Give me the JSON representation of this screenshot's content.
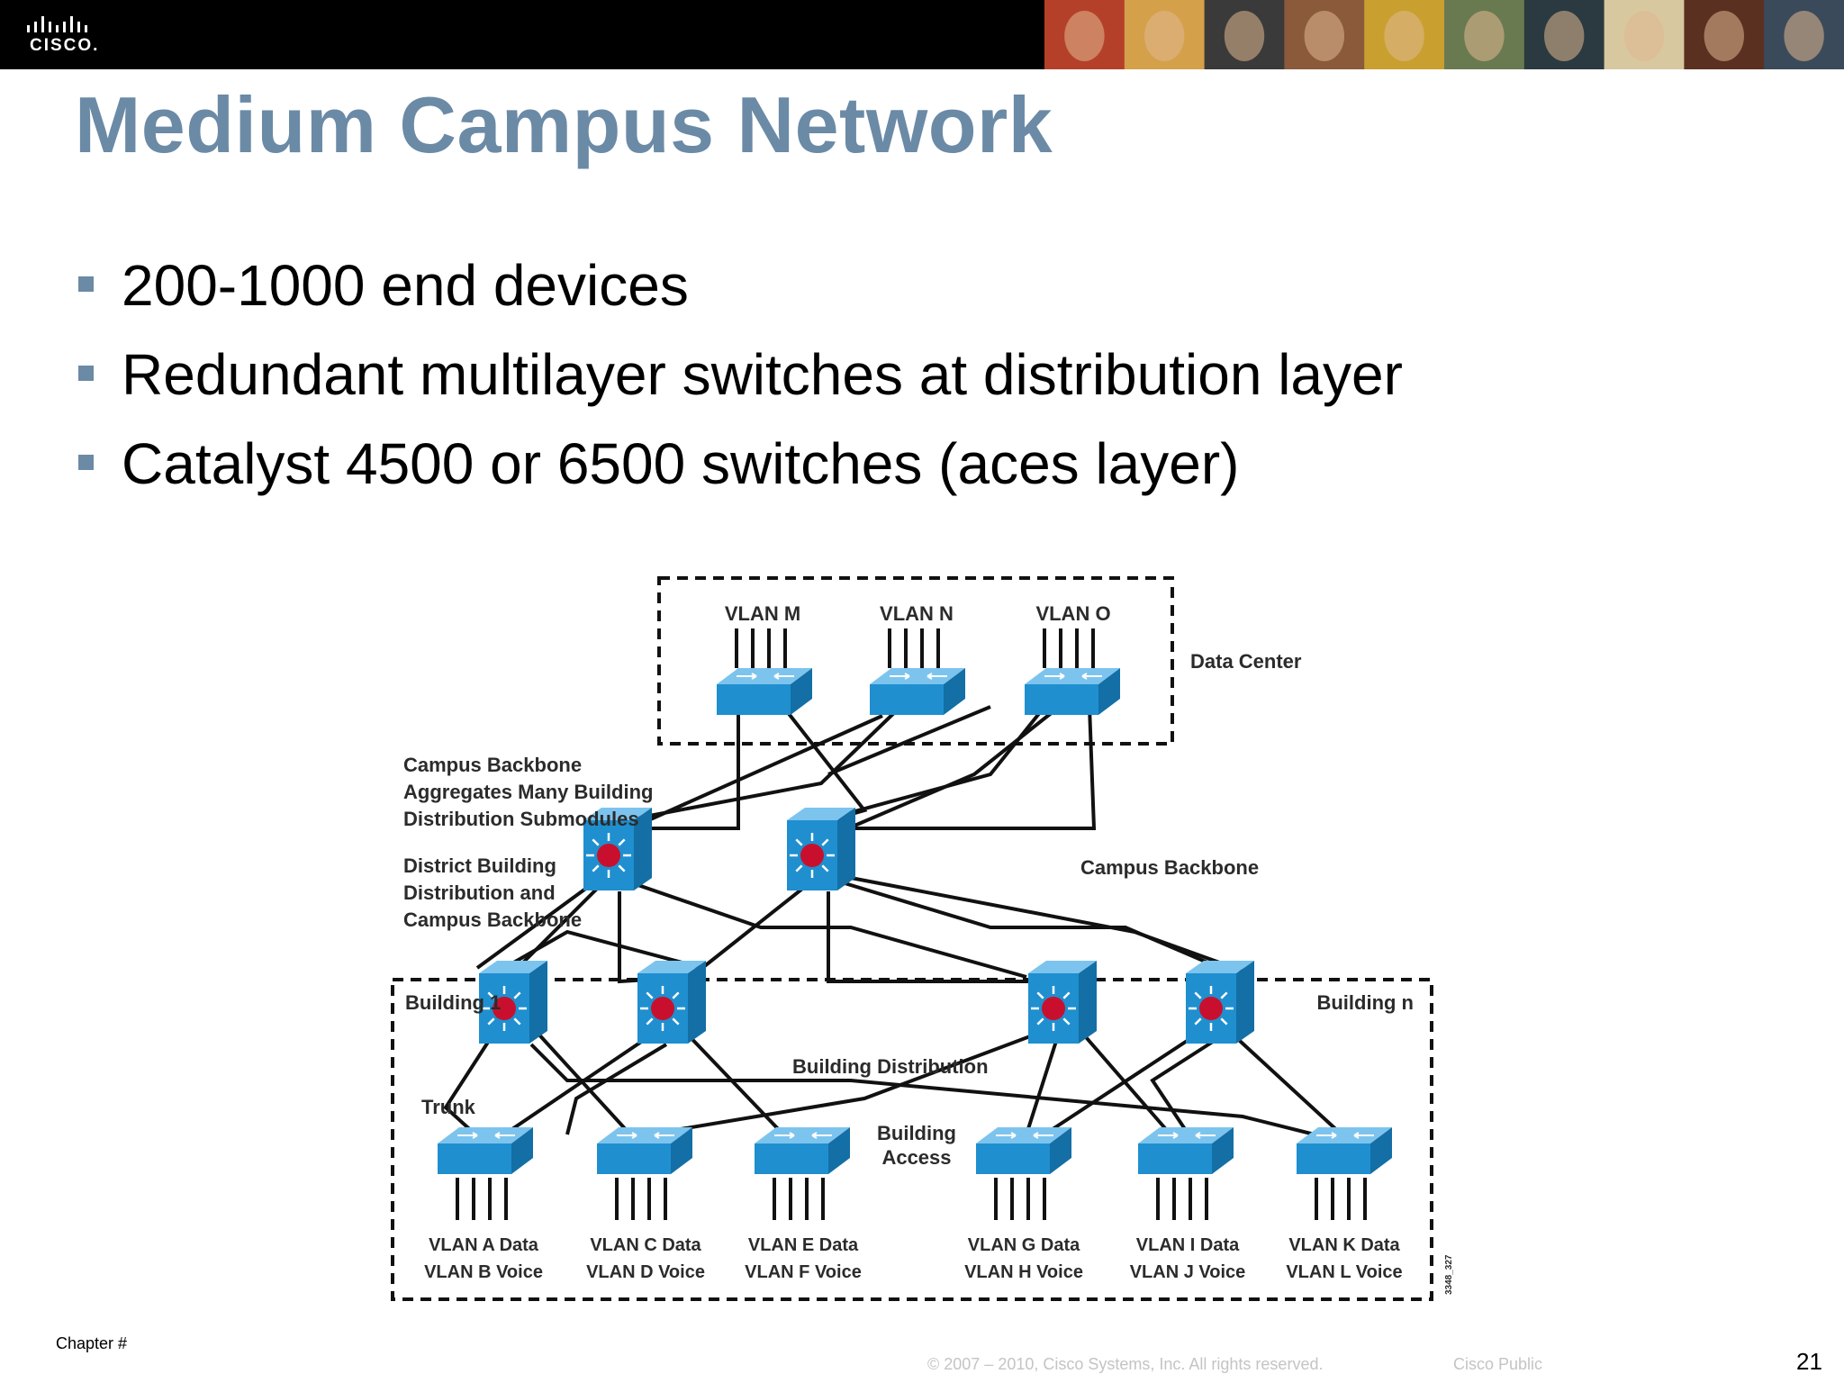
{
  "header": {
    "logo_text": "CISCO.",
    "photo_colors": [
      "#b5402a",
      "#d4a04a",
      "#3a3a3a",
      "#8a5a3a",
      "#c9a030",
      "#6a7a50",
      "#2a3a40",
      "#d8c8a0",
      "#5a3020",
      "#3a4a5a"
    ]
  },
  "slide": {
    "title": "Medium Campus Network",
    "bullets": [
      "200-1000 end devices",
      "Redundant multilayer switches at distribution layer",
      "Catalyst 4500 or 6500 switches (aces layer)"
    ]
  },
  "diagram": {
    "data_center": {
      "label": "Data Center",
      "vlans": [
        "VLAN M",
        "VLAN N",
        "VLAN O"
      ]
    },
    "backbone_note": [
      "Campus Backbone",
      "Aggregates Many Building",
      "Distribution Submodules"
    ],
    "district_note": [
      "District Building",
      "Distribution and",
      "Campus Backbone"
    ],
    "campus_backbone_label": "Campus Backbone",
    "building_1_label": "Building 1",
    "building_n_label": "Building n",
    "building_distribution_label": "Building Distribution",
    "building_access_label": [
      "Building",
      "Access"
    ],
    "trunk_label": "Trunk",
    "access_vlans": [
      [
        "VLAN A Data",
        "VLAN B Voice"
      ],
      [
        "VLAN C Data",
        "VLAN D Voice"
      ],
      [
        "VLAN E Data",
        "VLAN F Voice"
      ],
      [
        "VLAN G Data",
        "VLAN H Voice"
      ],
      [
        "VLAN I Data",
        "VLAN J Voice"
      ],
      [
        "VLAN K Data",
        "VLAN L Voice"
      ]
    ],
    "figure_id": "3348_327",
    "colors": {
      "switch": "#1f8fcf",
      "router_dot": "#c8102e",
      "line": "#111111"
    }
  },
  "footer": {
    "chapter": "Chapter #",
    "copyright": "© 2007 – 2010, Cisco Systems, Inc. All rights reserved.",
    "classification": "Cisco Public",
    "page_number": "21"
  }
}
